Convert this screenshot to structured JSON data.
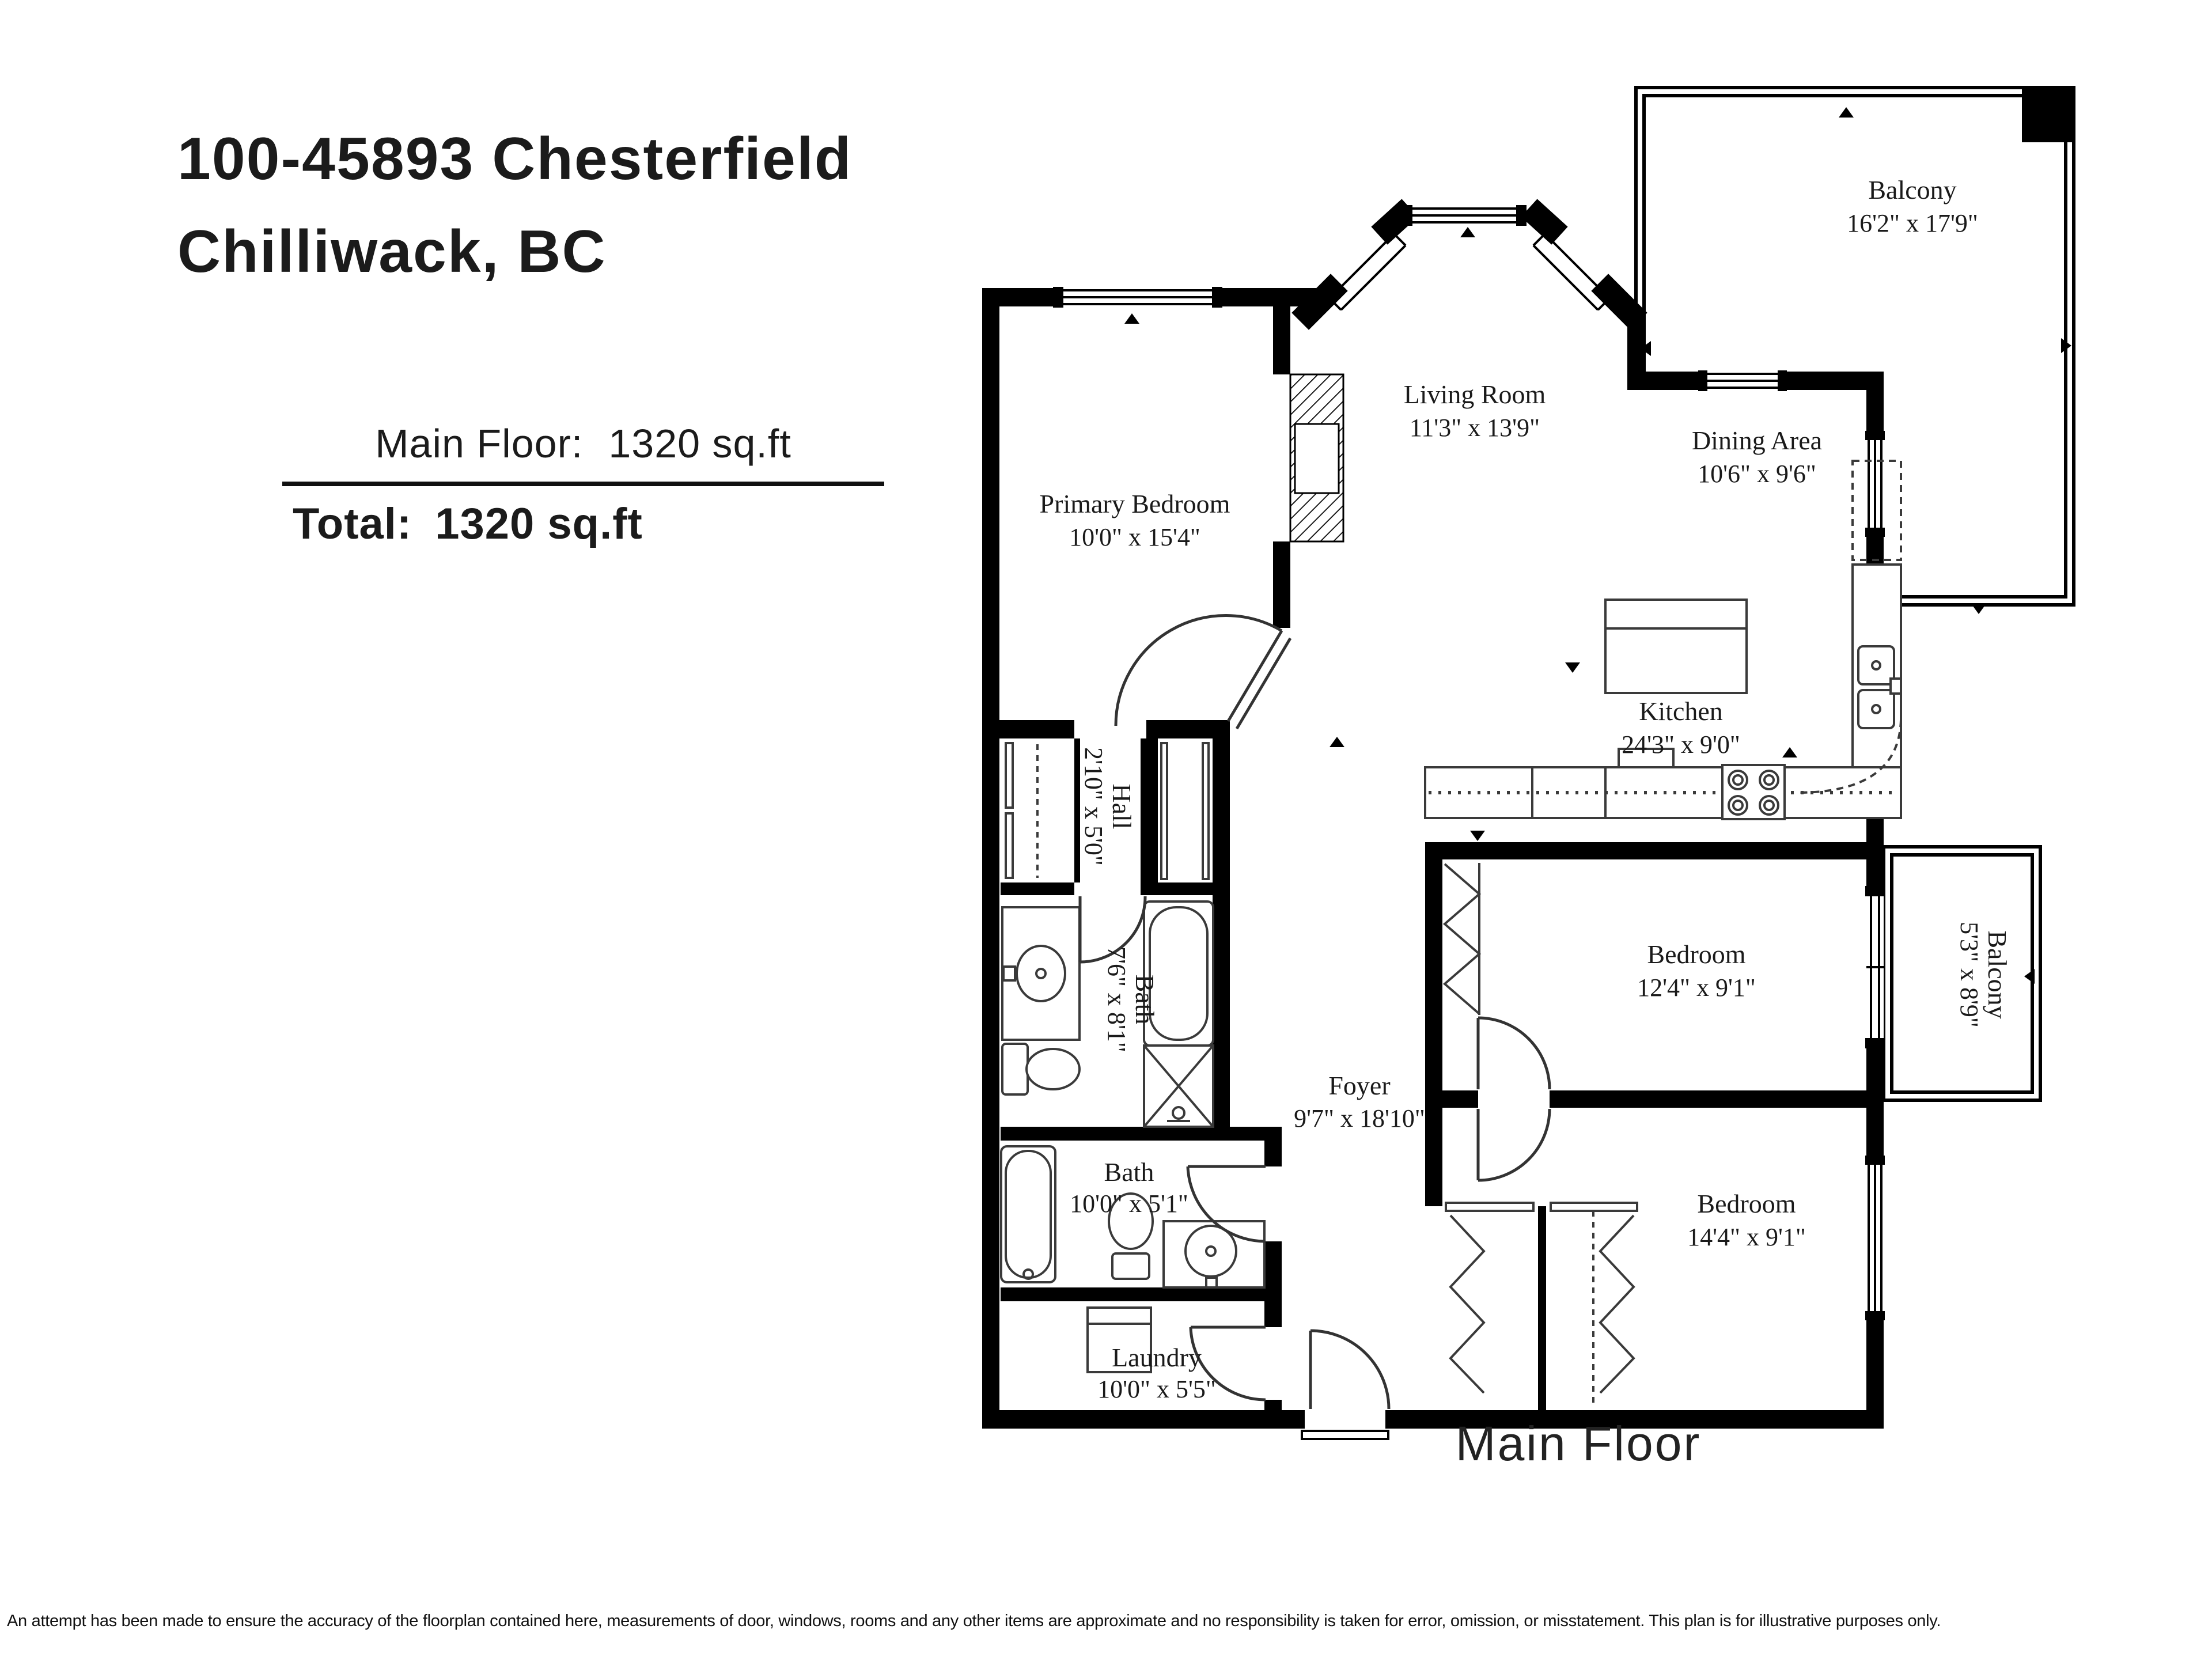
{
  "header": {
    "address_line1": "100-45893 Chesterfield",
    "address_line2": "Chilliwack, BC",
    "main_floor_label": "Main Floor:",
    "main_floor_value": "1320 sq.ft",
    "total_label": "Total:",
    "total_value": "1320 sq.ft"
  },
  "plan": {
    "floor_label": "Main Floor",
    "rooms": [
      {
        "name": "Balcony",
        "dims": "16'2\" x 17'9\""
      },
      {
        "name": "Living Room",
        "dims": "11'3\" x 13'9\""
      },
      {
        "name": "Dining Area",
        "dims": "10'6\" x 9'6\""
      },
      {
        "name": "Primary Bedroom",
        "dims": "10'0\" x 15'4\""
      },
      {
        "name": "Kitchen",
        "dims": "24'3\" x 9'0\""
      },
      {
        "name": "Hall",
        "dims": "2'10\" x 5'0\""
      },
      {
        "name": "Bath",
        "dims": "7'6\" x 8'1\""
      },
      {
        "name": "Bath",
        "dims": "10'0\" x 5'1\""
      },
      {
        "name": "Laundry",
        "dims": "10'0\" x 5'5\""
      },
      {
        "name": "Foyer",
        "dims": "9'7\" x 18'10\""
      },
      {
        "name": "Bedroom",
        "dims": "12'4\" x 9'1\""
      },
      {
        "name": "Balcony",
        "dims": "5'3\" x 8'9\""
      },
      {
        "name": "Bedroom",
        "dims": "14'4\" x 9'1\""
      }
    ]
  },
  "footer": {
    "disclaimer": "An attempt has been made to ensure the accuracy of the floorplan contained here, measurements of door, windows, rooms and any other items are approximate and no responsibility is taken for error, omission, or misstatement. This plan is for illustrative purposes only."
  },
  "colors": {
    "wall": "#000000",
    "fixture_line": "#3a3a3a",
    "text": "#1a1a1a"
  }
}
